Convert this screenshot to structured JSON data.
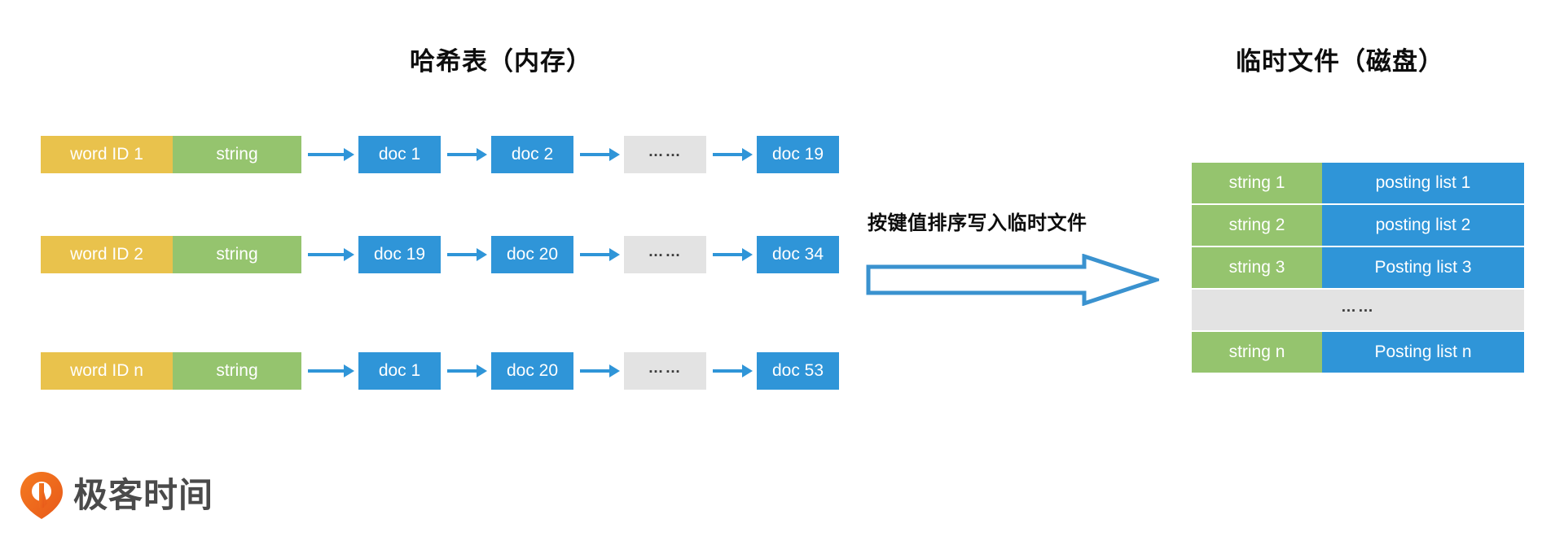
{
  "titles": {
    "left": "哈希表（内存）",
    "right": "临时文件（磁盘）"
  },
  "transfer": {
    "label": "按键值排序写入临时文件",
    "arrow_icon": "block-arrow-right-icon"
  },
  "hash_table": {
    "rows": [
      {
        "word_id": "word ID 1",
        "string": "string",
        "docs": [
          "doc 1",
          "doc 2",
          "……",
          "doc 19"
        ]
      },
      {
        "word_id": "word ID 2",
        "string": "string",
        "docs": [
          "doc 19",
          "doc 20",
          "……",
          "doc 34"
        ]
      },
      {
        "word_id": "word ID n",
        "string": "string",
        "docs": [
          "doc 1",
          "doc 20",
          "……",
          "doc 53"
        ]
      }
    ]
  },
  "temp_file": {
    "rows": [
      {
        "key": "string 1",
        "value": "posting list 1",
        "ellipsis": false
      },
      {
        "key": "string 2",
        "value": "posting list 2",
        "ellipsis": false
      },
      {
        "key": "string 3",
        "value": "Posting list 3",
        "ellipsis": false
      },
      {
        "key": "……",
        "value": "",
        "ellipsis": true
      },
      {
        "key": "string n",
        "value": "Posting list n",
        "ellipsis": false
      }
    ]
  },
  "logo": {
    "text": "极客时间",
    "icon": "geektime-pin-icon"
  },
  "colors": {
    "yellow": "#e9c24c",
    "green": "#95c46e",
    "blue": "#2f95d8",
    "gray": "#e3e3e3",
    "logo_orange": "#f06b23",
    "logo_text": "#4a4a4a",
    "background": "#ffffff"
  }
}
